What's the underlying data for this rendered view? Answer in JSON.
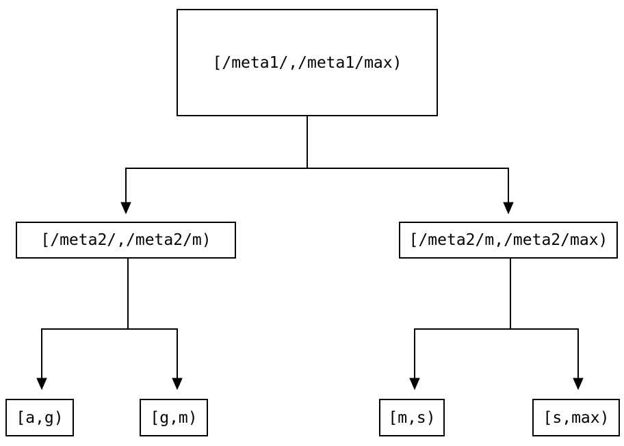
{
  "diagram": {
    "type": "tree",
    "background_color": "#ffffff",
    "line_color": "#000000",
    "box_border_color": "#000000",
    "text_color": "#000000",
    "nodes": {
      "root": {
        "label": "[/meta1/,/meta1/max)"
      },
      "left": {
        "label": "[/meta2/,/meta2/m)"
      },
      "right": {
        "label": "[/meta2/m,/meta2/max)"
      },
      "leaf1": {
        "label": "[a,g)"
      },
      "leaf2": {
        "label": "[g,m)"
      },
      "leaf3": {
        "label": "[m,s)"
      },
      "leaf4": {
        "label": "[s,max)"
      }
    },
    "edges": [
      {
        "from": "root",
        "to": "left"
      },
      {
        "from": "root",
        "to": "right"
      },
      {
        "from": "left",
        "to": "leaf1"
      },
      {
        "from": "left",
        "to": "leaf2"
      },
      {
        "from": "right",
        "to": "leaf3"
      },
      {
        "from": "right",
        "to": "leaf4"
      }
    ]
  }
}
